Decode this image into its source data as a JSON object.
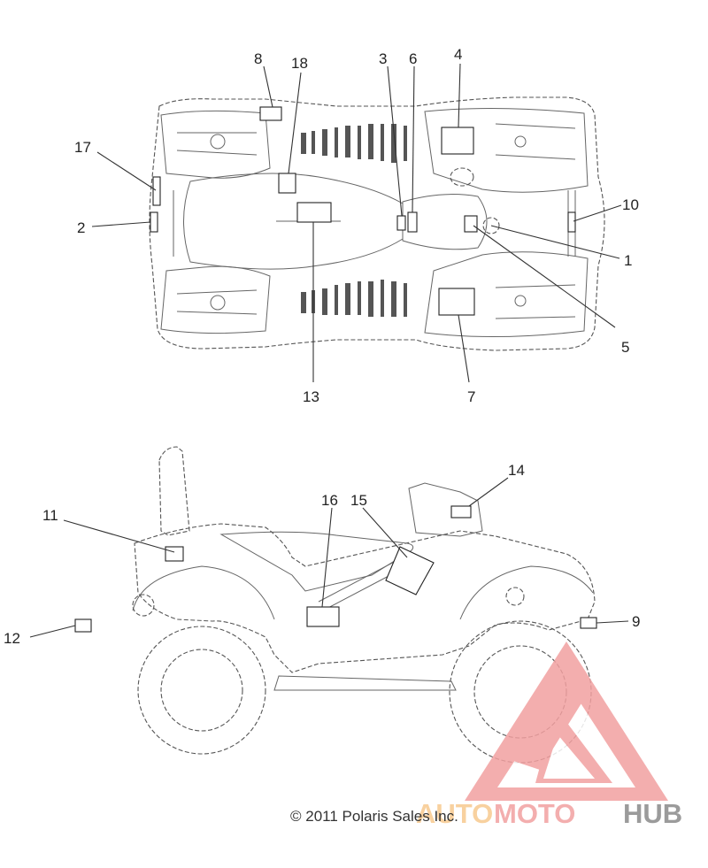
{
  "callouts": {
    "c1": "1",
    "c2": "2",
    "c3": "3",
    "c4": "4",
    "c5": "5",
    "c6": "6",
    "c7": "7",
    "c8": "8",
    "c9": "9",
    "c10": "10",
    "c11": "11",
    "c12": "12",
    "c13": "13",
    "c14": "14",
    "c15": "15",
    "c16": "16",
    "c17": "17",
    "c18": "18"
  },
  "copyright": "© 2011 Polaris Sales Inc.",
  "watermark": {
    "part1": "AUTO",
    "part2": "MOTO",
    "part3": "HUB",
    "color_primary": "#f2a0a0",
    "color_accent": "#f7c98f",
    "color_dark": "#8a8a8a"
  }
}
